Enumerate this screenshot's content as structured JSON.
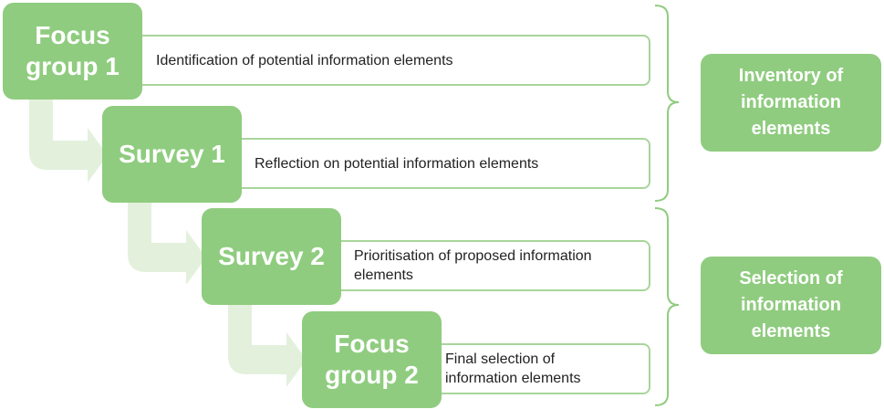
{
  "steps": [
    {
      "title": "Focus\ngroup 1",
      "description": "Identification of potential information elements"
    },
    {
      "title": "Survey 1",
      "description": "Reflection on potential information elements"
    },
    {
      "title": "Survey 2",
      "description": "Prioritisation of proposed information\nelements"
    },
    {
      "title": "Focus\ngroup 2",
      "description": "Final selection of\ninformation elements"
    }
  ],
  "phases": [
    {
      "label": "Inventory of\ninformation\nelements"
    },
    {
      "label": "Selection of\ninformation\nelements"
    }
  ],
  "colors": {
    "step_fill": "#8fcc7f",
    "desc_border": "#a8d59b",
    "arrow_fill": "#e3f1dc",
    "bracket": "#8fcc7f"
  }
}
